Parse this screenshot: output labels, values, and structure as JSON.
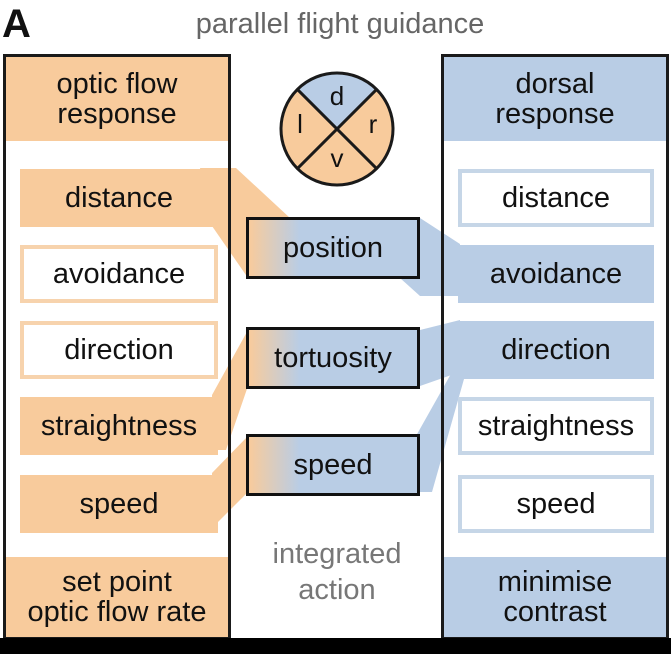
{
  "panel_label": "A",
  "title": "parallel flight guidance",
  "left_column": {
    "header": [
      "optic flow",
      "response"
    ],
    "items": [
      "distance",
      "avoidance",
      "direction",
      "straightness",
      "speed"
    ],
    "footer": [
      "set point",
      "optic flow rate"
    ]
  },
  "right_column": {
    "header": [
      "dorsal",
      "response"
    ],
    "items": [
      "distance",
      "avoidance",
      "direction",
      "straightness",
      "speed"
    ],
    "footer": [
      "minimise",
      "contrast"
    ]
  },
  "integrated_outputs": [
    "position",
    "tortuosity",
    "speed"
  ],
  "integrated_label": [
    "integrated",
    "action"
  ],
  "compass": {
    "top": "d",
    "left": "l",
    "right": "r",
    "bottom": "v"
  },
  "colors": {
    "orange": "#f8cb9c",
    "blue": "#b9cde5",
    "outline": "#1a1a1a"
  }
}
